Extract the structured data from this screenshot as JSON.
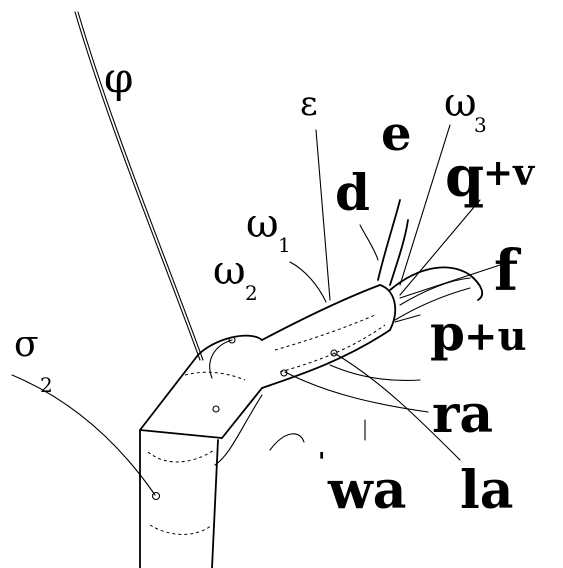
{
  "labels": {
    "phi": "φ",
    "epsilon": "ε",
    "e": "e",
    "omega3": "ω",
    "omega3_sub": "3",
    "q_v": "q",
    "q_v_plus": "+v",
    "d": "d",
    "omega1": "ω",
    "omega1_sub": "1",
    "f": "f",
    "omega2": "ω",
    "omega2_sub": "2",
    "p_u": "p",
    "p_u_plus": "+u",
    "sigma2": "σ",
    "sigma2_sub": "2",
    "ra": "ra",
    "la": "la",
    "wa": "wa",
    "tick_mark": "'"
  }
}
